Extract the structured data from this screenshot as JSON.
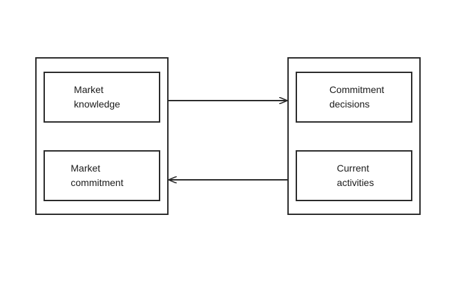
{
  "diagram": {
    "left_group": {
      "top_box": {
        "label": "Market\nknowledge"
      },
      "bottom_box": {
        "label": "Market\ncommitment"
      }
    },
    "right_group": {
      "top_box": {
        "label": "Commitment\ndecisions"
      },
      "bottom_box": {
        "label": "Current\nactivities"
      }
    },
    "connections": [
      {
        "from": "Market knowledge",
        "to": "Commitment decisions",
        "direction": "right"
      },
      {
        "from": "Current activities",
        "to": "Market commitment",
        "direction": "left"
      }
    ],
    "colors": {
      "stroke": "#2a2a2a",
      "background": "#ffffff"
    }
  }
}
